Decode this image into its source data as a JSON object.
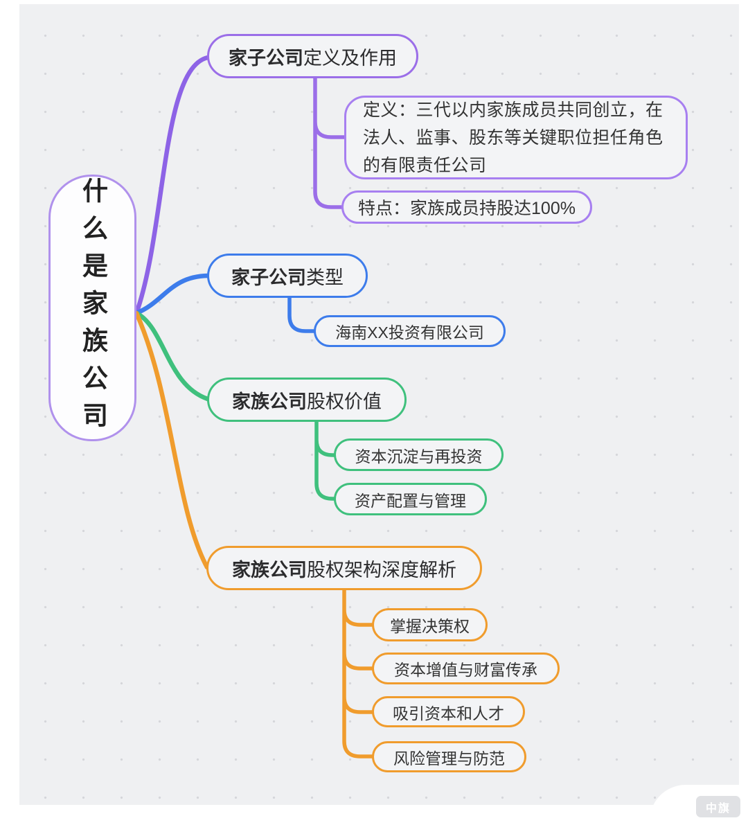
{
  "root": {
    "label": "什么是家族公司"
  },
  "branches": [
    {
      "label_bold": "家子公司",
      "label_rest": "定义及作用",
      "color": "#9b6ee8",
      "children": [
        "定义：三代以内家族成员共同创立，在法人、监事、股东等关键职位担任角色的有限责任公司",
        "特点：家族成员持股达100%"
      ]
    },
    {
      "label_bold": "家子公司",
      "label_rest": "类型",
      "color": "#3d7ceb",
      "children": [
        "海南XX投资有限公司"
      ]
    },
    {
      "label_bold": "家族公司",
      "label_rest": "股权价值",
      "color": "#3fc07d",
      "children": [
        "资本沉淀与再投资",
        "资产配置与管理"
      ]
    },
    {
      "label_bold": "家族公司",
      "label_rest": "股权架构深度解析",
      "color": "#f09c2d",
      "children": [
        "掌握决策权",
        "资本增值与财富传承",
        "吸引资本和人才",
        "风险管理与防范"
      ]
    }
  ],
  "watermark": {
    "label": "中旗"
  },
  "colors": {
    "background": "#eff0f2",
    "purple": "#8d63e6",
    "blue": "#3d7ceb",
    "green": "#3fc07d",
    "orange": "#f09c2d",
    "root_border": "#b091ec",
    "text": "#2f2f31"
  }
}
